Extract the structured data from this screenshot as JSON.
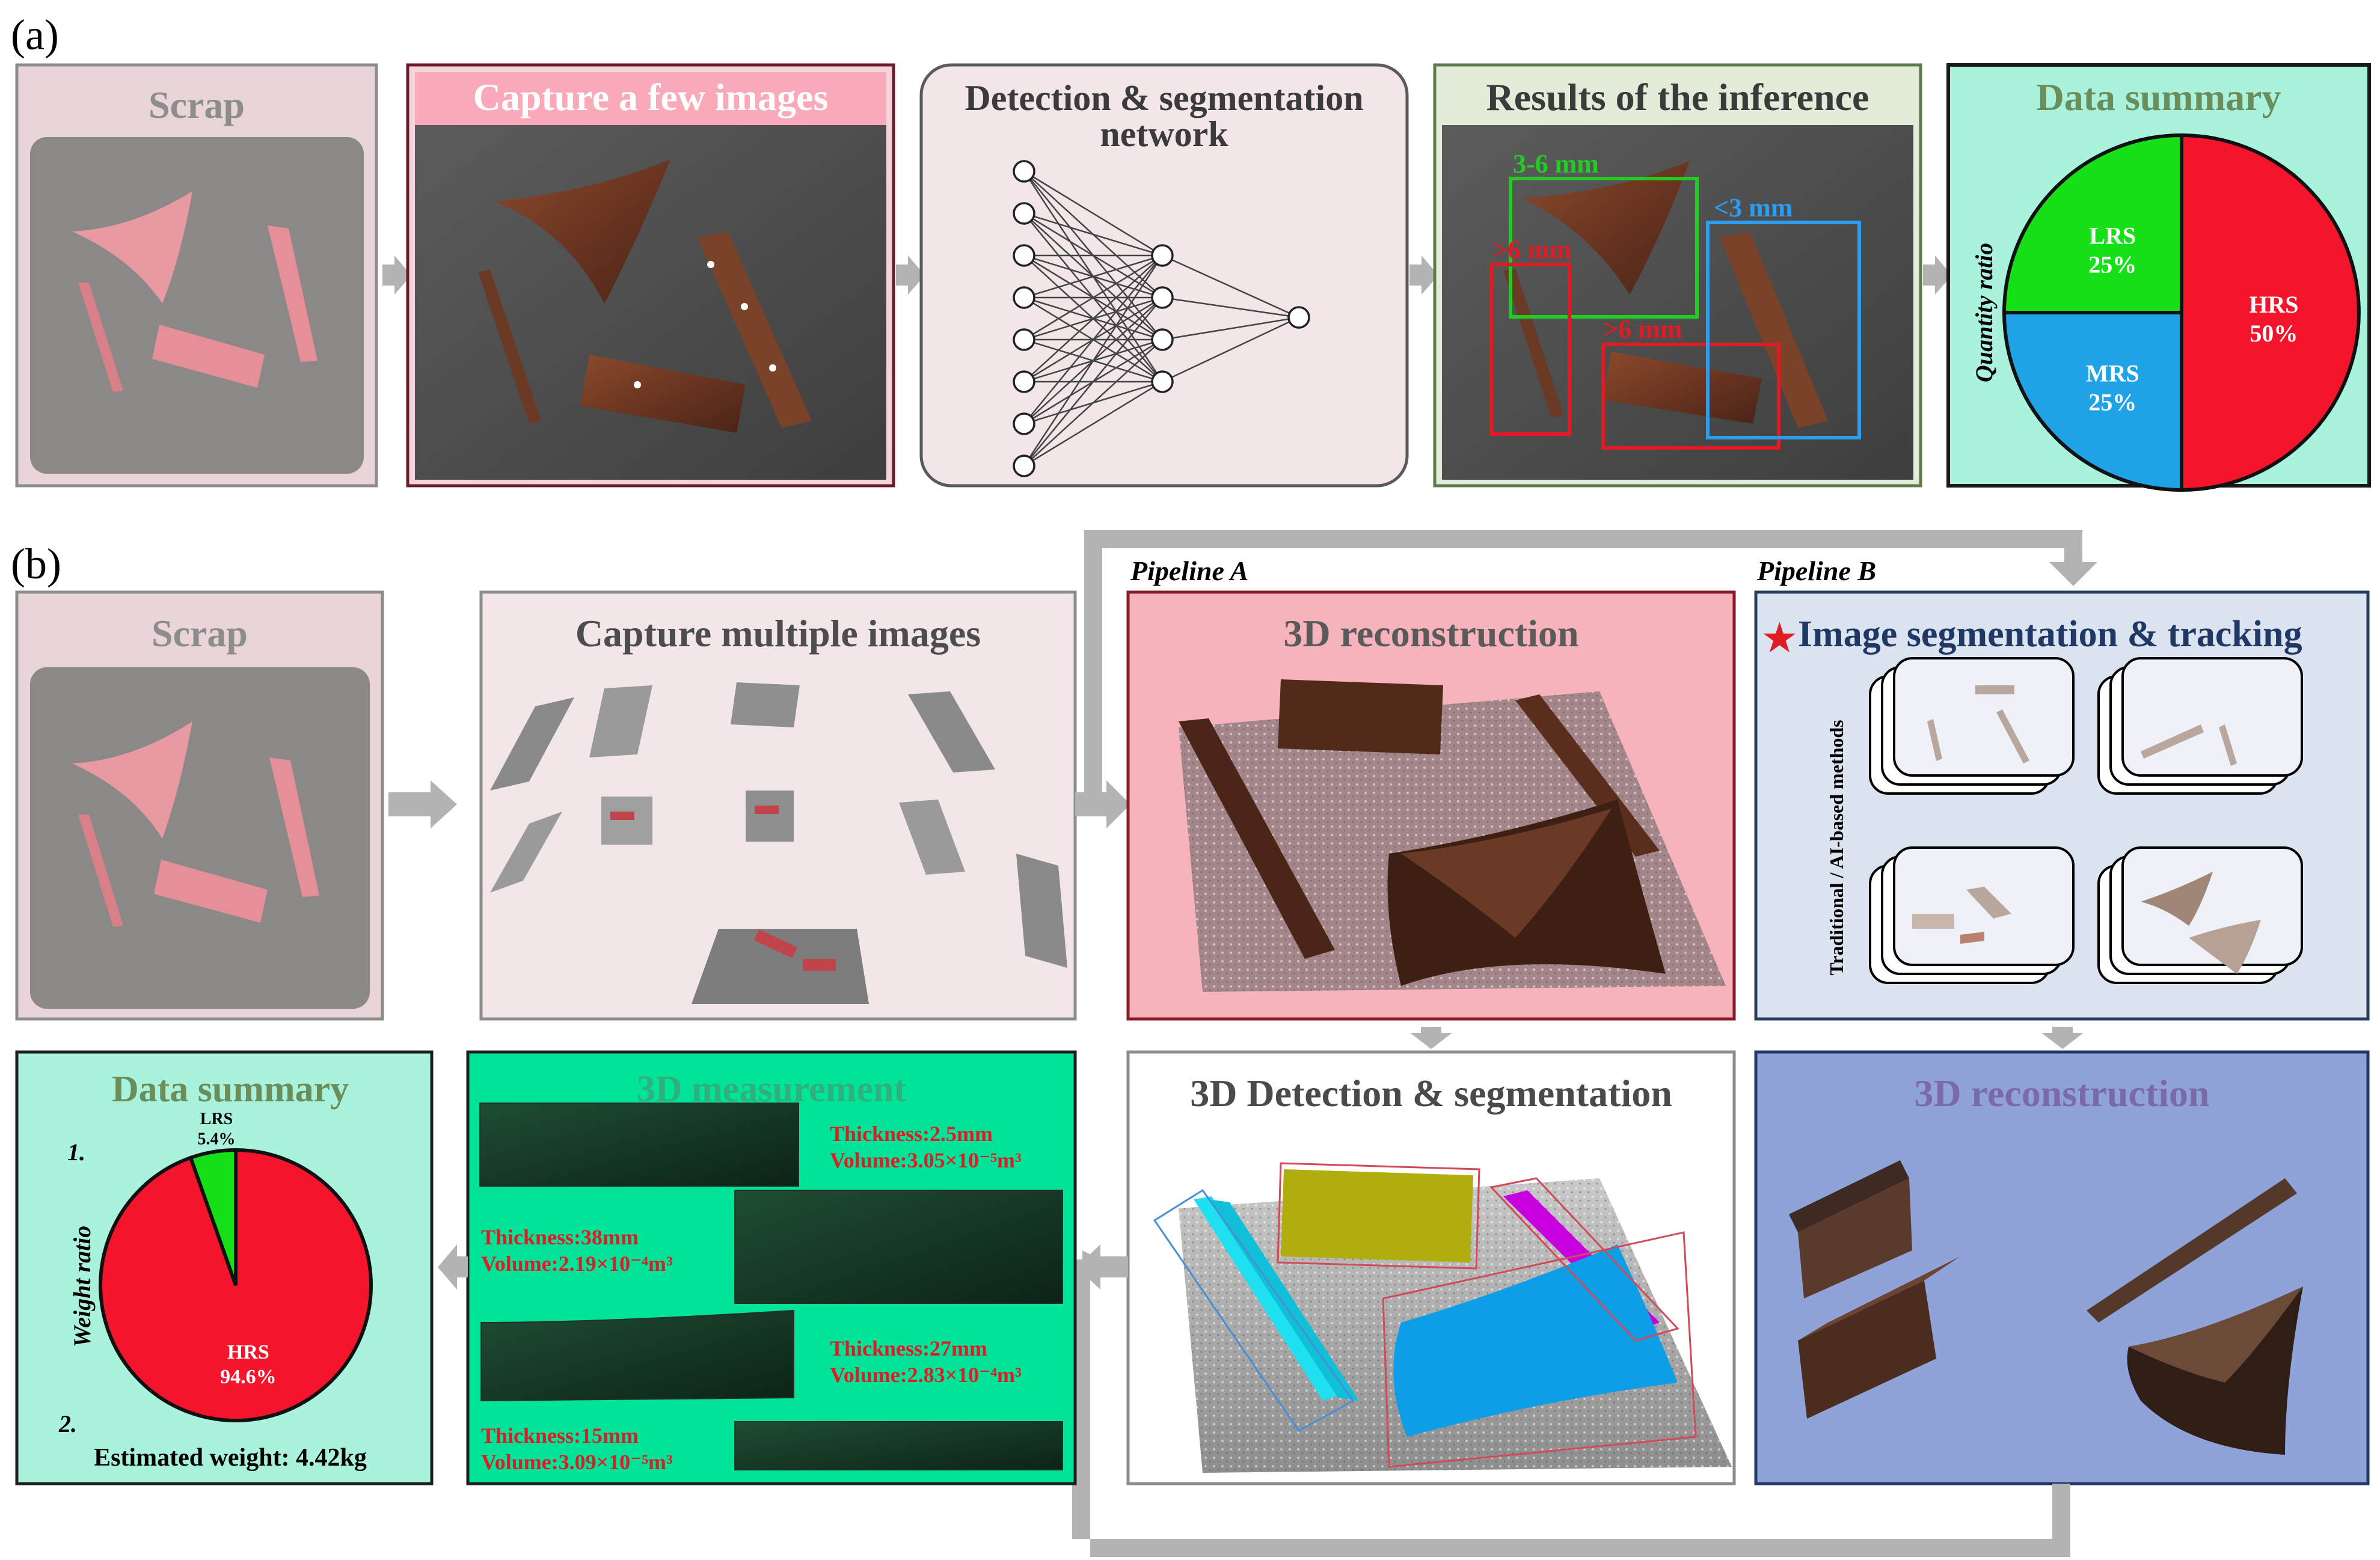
{
  "panel_a": {
    "label": "(a)",
    "scrap": {
      "title": "Scrap"
    },
    "capture": {
      "title": "Capture a few images"
    },
    "network": {
      "title_line1": "Detection & segmentation",
      "title_line2": "network"
    },
    "results": {
      "title": "Results of the inference",
      "box_labels": [
        {
          "text": "3-6 mm",
          "color": "#22cc22"
        },
        {
          "text": ">6 mm",
          "color": "#e01b24"
        },
        {
          "text": ">6 mm",
          "color": "#e01b24"
        },
        {
          "text": "<3 mm",
          "color": "#2a9df4"
        }
      ]
    },
    "summary": {
      "title": "Data summary",
      "axis_label": "Quantity ratio",
      "chart_data": {
        "type": "pie",
        "labels": [
          "HRS",
          "MRS",
          "LRS"
        ],
        "values": [
          50,
          25,
          25
        ],
        "colors": [
          "#f4142c",
          "#1fa2e6",
          "#18e018"
        ],
        "value_labels": [
          "50%",
          "25%",
          "25%"
        ]
      }
    }
  },
  "panel_b": {
    "label": "(b)",
    "scrap": {
      "title": "Scrap"
    },
    "capture": {
      "title": "Capture multiple images"
    },
    "pipeline_a": {
      "tag": "Pipeline A",
      "title": "3D reconstruction"
    },
    "pipeline_b": {
      "tag": "Pipeline B",
      "title": "Image segmentation & tracking",
      "vertical_text": "Traditional / AI-based methods"
    },
    "detection3d": {
      "title": "3D Detection & segmentation"
    },
    "reconstruction_b": {
      "title": "3D reconstruction"
    },
    "measurement": {
      "title": "3D measurement",
      "items": [
        {
          "thickness": "Thickness:2.5mm",
          "volume": "Volume:3.05×10⁻⁵m³"
        },
        {
          "thickness": "Thickness:38mm",
          "volume": "Volume:2.19×10⁻⁴m³"
        },
        {
          "thickness": "Thickness:27mm",
          "volume": "Volume:2.83×10⁻⁴m³"
        },
        {
          "thickness": "Thickness:15mm",
          "volume": "Volume:3.09×10⁻⁵m³"
        }
      ]
    },
    "summary": {
      "title": "Data summary",
      "axis_label": "Weight ratio",
      "marker_1": "1.",
      "marker_2": "2.",
      "estimated_weight": "Estimated weight: 4.42kg",
      "chart_data": {
        "type": "pie",
        "labels": [
          "HRS",
          "LRS"
        ],
        "values": [
          94.6,
          5.4
        ],
        "colors": [
          "#f4142c",
          "#18e018"
        ],
        "value_labels": [
          "94.6%",
          "5.4%"
        ]
      }
    }
  }
}
